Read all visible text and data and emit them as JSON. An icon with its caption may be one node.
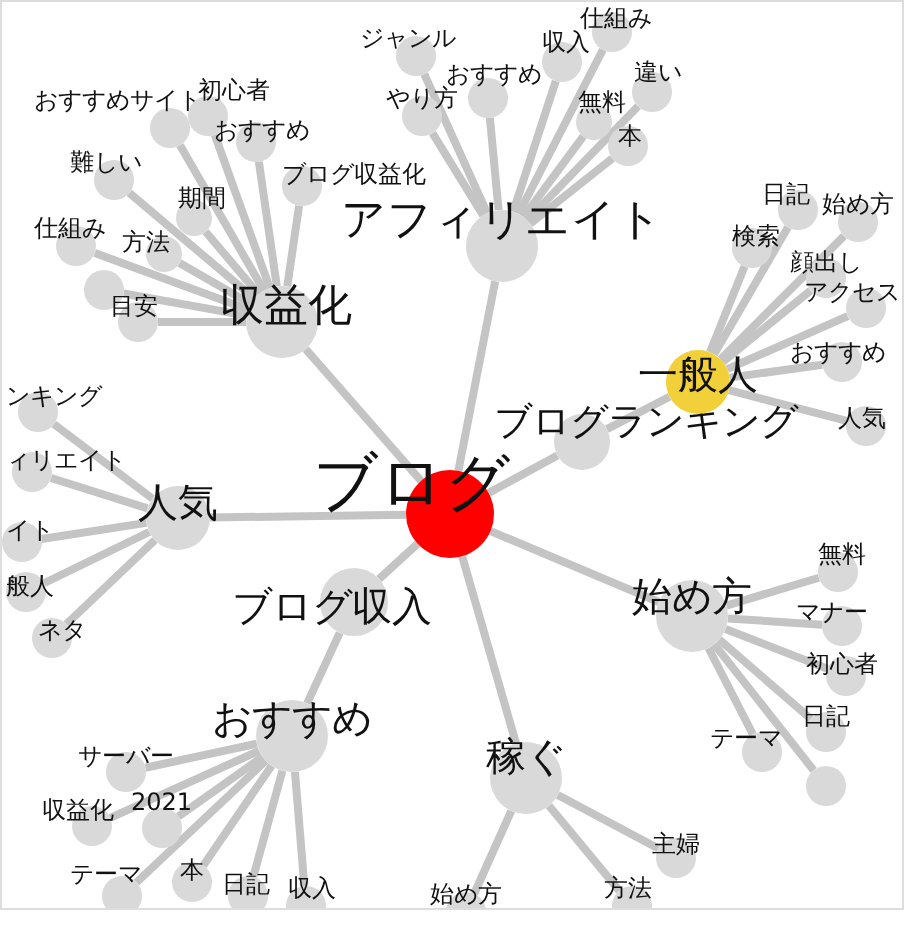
{
  "diagram": {
    "nodes": [
      {
        "text": [
          "ブログ"
        ]
      },
      {
        "text": [
          "ブログランキング"
        ]
      },
      {
        "text": [
          "ブログ収入"
        ]
      },
      {
        "text": [
          "アフィリエイト"
        ]
      },
      {
        "text": [
          "収益化"
        ]
      },
      {
        "text": [
          "人気"
        ]
      },
      {
        "text": [
          "一般人"
        ]
      },
      {
        "text": [
          "始め方"
        ]
      },
      {
        "text": [
          "おすすめ"
        ]
      },
      {
        "text": [
          "稼ぐ"
        ]
      },
      {
        "text": [
          "ジャンル"
        ]
      },
      {
        "text": [
          "やり方"
        ]
      },
      {
        "text": [
          "おすすめ"
        ]
      },
      {
        "text": [
          "収入"
        ]
      },
      {
        "text": [
          "仕組み"
        ]
      },
      {
        "text": [
          "違い"
        ]
      },
      {
        "text": [
          "無料"
        ]
      },
      {
        "text": [
          "本"
        ]
      },
      {
        "text": [
          "おすすめサイト"
        ]
      },
      {
        "text": [
          "初心者"
        ]
      },
      {
        "text": [
          "おすすめ"
        ]
      },
      {
        "text": [
          "難しい"
        ]
      },
      {
        "text": [
          "期間"
        ]
      },
      {
        "text": [
          "ブログ収益化"
        ]
      },
      {
        "text": [
          "仕組み"
        ]
      },
      {
        "text": [
          "方法"
        ]
      },
      {
        "text": [],
        "shape": "circle"
      },
      {
        "text": [
          "目安"
        ]
      },
      {
        "text": [
          "ンキング"
        ]
      },
      {
        "text": [
          "ィリエイト"
        ]
      },
      {
        "text": [
          "イト"
        ]
      },
      {
        "text": [
          "般人"
        ]
      },
      {
        "text": [
          "ネタ"
        ]
      },
      {
        "text": [
          "日記"
        ]
      },
      {
        "text": [
          "始め方"
        ]
      },
      {
        "text": [
          "検索"
        ]
      },
      {
        "text": [
          "顔出し"
        ]
      },
      {
        "text": [
          "アクセス"
        ]
      },
      {
        "text": [
          "おすすめ"
        ]
      },
      {
        "text": [
          "人気"
        ]
      },
      {
        "text": [
          "無料"
        ]
      },
      {
        "text": [
          "マナー"
        ]
      },
      {
        "text": [
          "初心者"
        ]
      },
      {
        "text": [
          "日記"
        ]
      },
      {
        "text": [
          "テーマ"
        ]
      },
      {
        "text": [],
        "shape": "circle"
      },
      {
        "text": [
          "サーバー"
        ]
      },
      {
        "text": [
          "収益化"
        ]
      },
      {
        "text": [
          "2021"
        ]
      },
      {
        "text": [
          "テーマ"
        ]
      },
      {
        "text": [
          "本"
        ]
      },
      {
        "text": [
          "日記"
        ]
      },
      {
        "text": [
          "収入"
        ]
      },
      {
        "text": [
          "主婦"
        ]
      },
      {
        "text": [
          "方法"
        ]
      },
      {
        "text": [
          "始め方"
        ]
      }
    ],
    "edges": [
      {
        "from": 0,
        "to": 1,
        "arrow": "none"
      },
      {
        "from": 0,
        "to": 2,
        "arrow": "none"
      },
      {
        "from": 0,
        "to": 3,
        "arrow": "none"
      },
      {
        "from": 0,
        "to": 4,
        "arrow": "none"
      },
      {
        "from": 0,
        "to": 5,
        "arrow": "none"
      },
      {
        "from": 0,
        "to": 7,
        "arrow": "none"
      },
      {
        "from": 0,
        "to": 9,
        "arrow": "none"
      },
      {
        "from": 1,
        "to": 6,
        "arrow": "none"
      },
      {
        "from": 2,
        "to": 8,
        "arrow": "none"
      },
      {
        "from": 3,
        "to": 10,
        "arrow": "none"
      },
      {
        "from": 3,
        "to": 11,
        "arrow": "none"
      },
      {
        "from": 3,
        "to": 12,
        "arrow": "none"
      },
      {
        "from": 3,
        "to": 13,
        "arrow": "none"
      },
      {
        "from": 3,
        "to": 14,
        "arrow": "none"
      },
      {
        "from": 3,
        "to": 15,
        "arrow": "none"
      },
      {
        "from": 3,
        "to": 16,
        "arrow": "none"
      },
      {
        "from": 3,
        "to": 17,
        "arrow": "none"
      },
      {
        "from": 4,
        "to": 18,
        "arrow": "none"
      },
      {
        "from": 4,
        "to": 19,
        "arrow": "none"
      },
      {
        "from": 4,
        "to": 20,
        "arrow": "none"
      },
      {
        "from": 4,
        "to": 21,
        "arrow": "none"
      },
      {
        "from": 4,
        "to": 22,
        "arrow": "none"
      },
      {
        "from": 4,
        "to": 23,
        "arrow": "none"
      },
      {
        "from": 4,
        "to": 24,
        "arrow": "none"
      },
      {
        "from": 4,
        "to": 25,
        "arrow": "none"
      },
      {
        "from": 4,
        "to": 26,
        "arrow": "none"
      },
      {
        "from": 4,
        "to": 27,
        "arrow": "none"
      },
      {
        "from": 5,
        "to": 28,
        "arrow": "none"
      },
      {
        "from": 5,
        "to": 29,
        "arrow": "none"
      },
      {
        "from": 5,
        "to": 30,
        "arrow": "none"
      },
      {
        "from": 5,
        "to": 31,
        "arrow": "none"
      },
      {
        "from": 5,
        "to": 32,
        "arrow": "none"
      },
      {
        "from": 6,
        "to": 33,
        "arrow": "none"
      },
      {
        "from": 6,
        "to": 34,
        "arrow": "none"
      },
      {
        "from": 6,
        "to": 35,
        "arrow": "none"
      },
      {
        "from": 6,
        "to": 36,
        "arrow": "none"
      },
      {
        "from": 6,
        "to": 37,
        "arrow": "none"
      },
      {
        "from": 6,
        "to": 38,
        "arrow": "none"
      },
      {
        "from": 6,
        "to": 39,
        "arrow": "none"
      },
      {
        "from": 7,
        "to": 40,
        "arrow": "none"
      },
      {
        "from": 7,
        "to": 41,
        "arrow": "none"
      },
      {
        "from": 7,
        "to": 42,
        "arrow": "none"
      },
      {
        "from": 7,
        "to": 43,
        "arrow": "none"
      },
      {
        "from": 7,
        "to": 44,
        "arrow": "none"
      },
      {
        "from": 7,
        "to": 45,
        "arrow": "none"
      },
      {
        "from": 8,
        "to": 46,
        "arrow": "none"
      },
      {
        "from": 8,
        "to": 47,
        "arrow": "none"
      },
      {
        "from": 8,
        "to": 48,
        "arrow": "none"
      },
      {
        "from": 8,
        "to": 49,
        "arrow": "none"
      },
      {
        "from": 8,
        "to": 50,
        "arrow": "none"
      },
      {
        "from": 8,
        "to": 51,
        "arrow": "none"
      },
      {
        "from": 8,
        "to": 52,
        "arrow": "none"
      },
      {
        "from": 9,
        "to": 53,
        "arrow": "none"
      },
      {
        "from": 9,
        "to": 54,
        "arrow": "none"
      },
      {
        "from": 9,
        "to": 55,
        "arrow": "none"
      }
    ]
  }
}
